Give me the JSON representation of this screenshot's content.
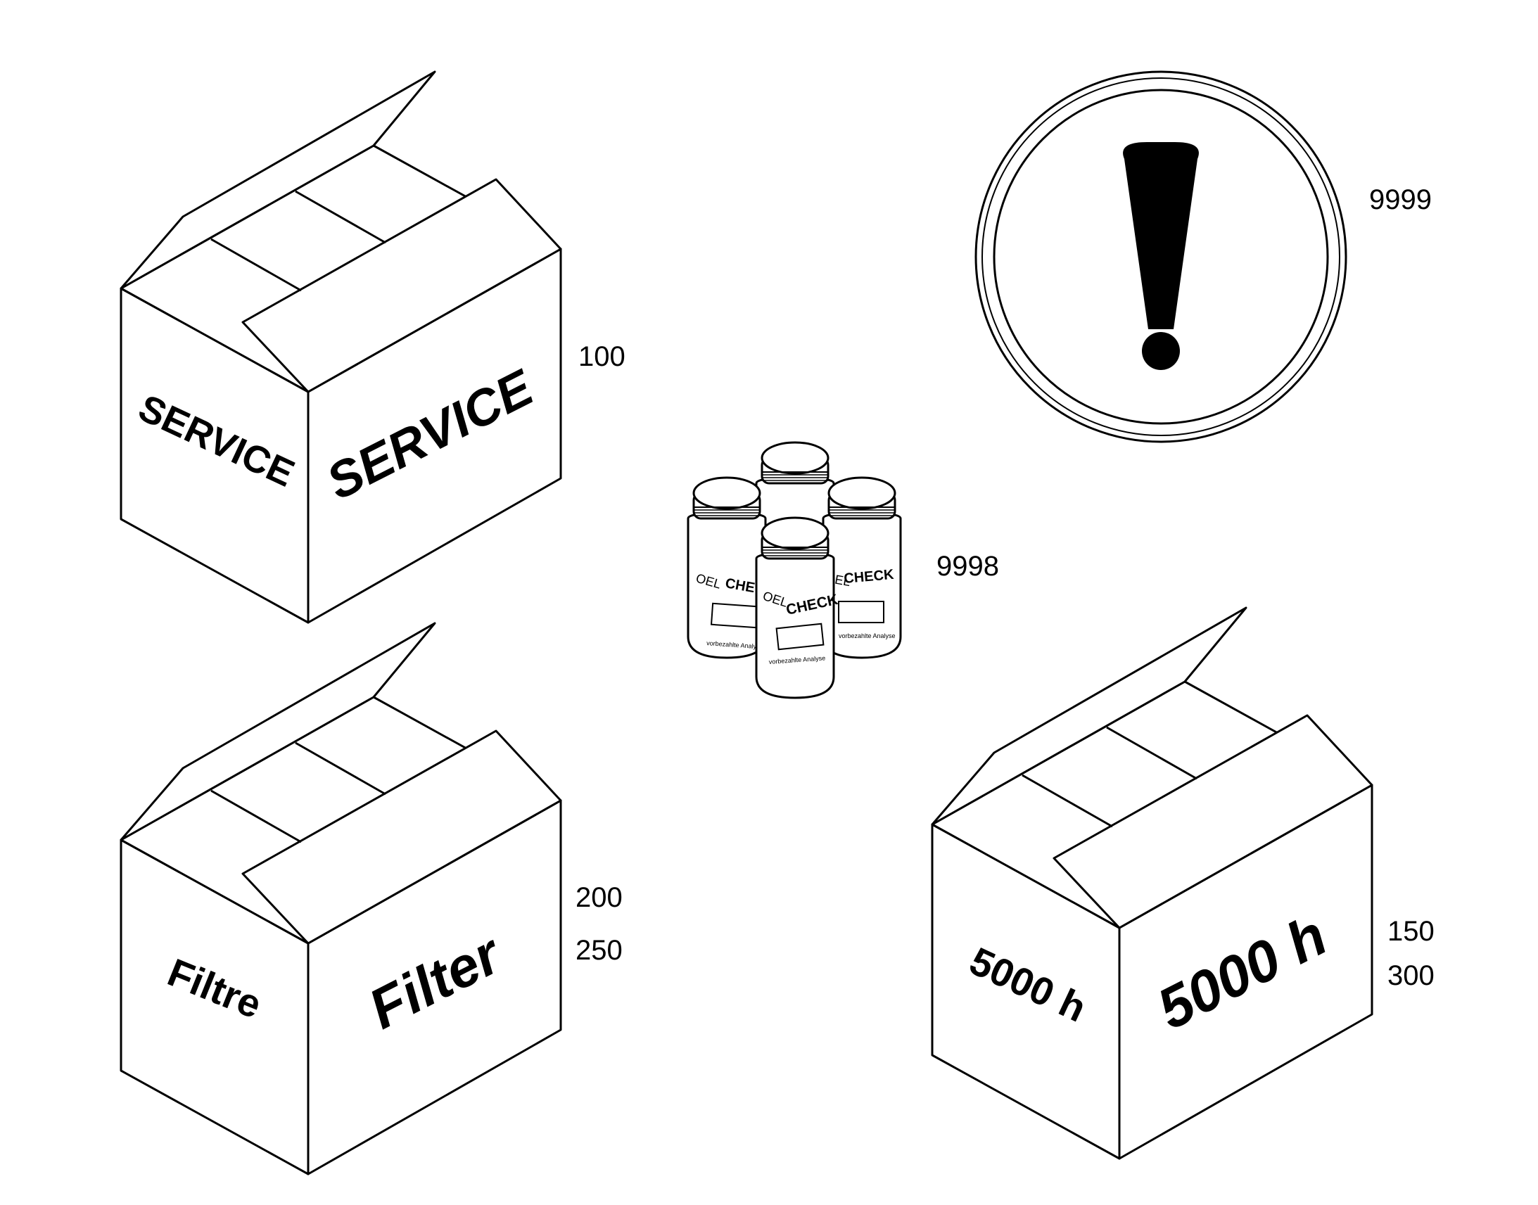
{
  "figure": {
    "boxes": [
      {
        "id": "service",
        "left_text": "SERVICE",
        "right_text": "SERVICE",
        "refs": [
          "100"
        ]
      },
      {
        "id": "filter",
        "left_text": "Filtre",
        "right_text": "Filter",
        "refs": [
          "200",
          "250"
        ]
      },
      {
        "id": "hours",
        "left_text": "5000 h",
        "right_text": "5000 h",
        "refs": [
          "150",
          "300"
        ]
      }
    ],
    "bottles": {
      "ref": "9998",
      "label_brand_1": "OEL",
      "label_brand_2": "CHECK",
      "label_caption": "vorbezahlte Analyse"
    },
    "warning_sign": {
      "ref": "9999"
    }
  }
}
